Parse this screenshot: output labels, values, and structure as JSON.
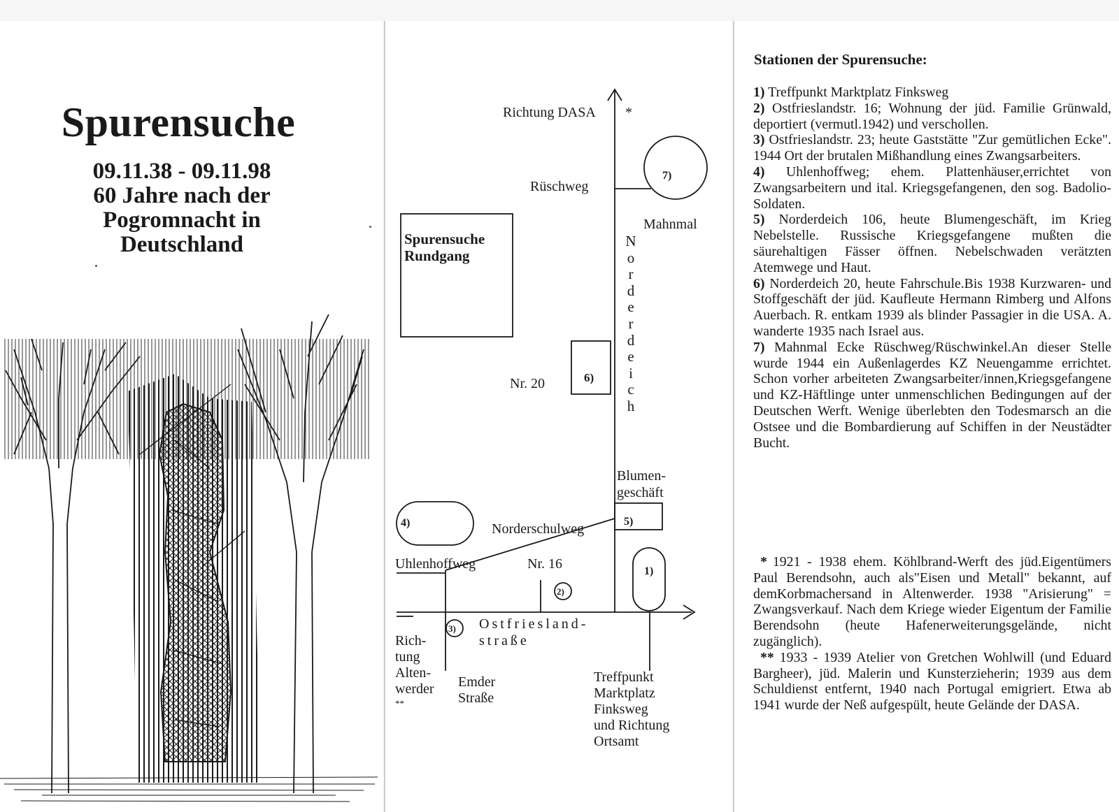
{
  "cover": {
    "title": "Spurensuche",
    "subtitle": [
      "09.11.38 - 09.11.98",
      "60 Jahre nach der",
      "Pogromnacht in",
      "Deutschland"
    ]
  },
  "map": {
    "box_title": "Spurensuche Rundgang",
    "richtung_dasa": "Richtung DASA",
    "star": "*",
    "rueschweg": "Rüschweg",
    "mahnmal": "Mahnmal",
    "norderdeich_letters": [
      "N",
      "o",
      "r",
      "d",
      "e",
      "r",
      "d",
      "e",
      "i",
      "c",
      "h"
    ],
    "nr20": "Nr. 20",
    "blumengeschaeft": [
      "Blumen-",
      "geschäft"
    ],
    "norderschulweg": "Norderschulweg",
    "uhlenhoffweg": "Uhlenhoffweg",
    "nr16": "Nr. 16",
    "ostfriesland": [
      "Ostfriesland-",
      "straße"
    ],
    "richtung_altenwerder": [
      "Rich-",
      "tung",
      "Alten-",
      "werder",
      "**"
    ],
    "emder": [
      "Emder",
      "Straße"
    ],
    "treffpunkt": [
      "Treffpunkt",
      "Marktplatz",
      "Finksweg",
      "und Richtung",
      "Ortsamt"
    ],
    "markers": {
      "m1": "1)",
      "m2": "2)",
      "m3": "3)",
      "m4": "4)",
      "m5": "5)",
      "m6": "6)",
      "m7": "7)"
    }
  },
  "stations": {
    "title": "Stationen der Spurensuche:",
    "items": [
      {
        "num": "1)",
        "text": "Treffpunkt Marktplatz Finksweg"
      },
      {
        "num": "2)",
        "text": "Ostfrieslandstr. 16; Wohnung der jüd. Familie Grünwald, deportiert (vermutl.1942) und verschollen."
      },
      {
        "num": "3)",
        "text": "Ostfrieslandstr. 23; heute Gaststätte \"Zur gemütlichen Ecke\". 1944 Ort der brutalen Mißhandlung eines Zwangsarbeiters."
      },
      {
        "num": "4)",
        "text": "Uhlenhoffweg; ehem. Plattenhäuser,errichtet von Zwangsarbeitern und ital. Kriegsgefangenen, den sog. Badolio-Soldaten."
      },
      {
        "num": "5)",
        "text": "Norderdeich 106, heute Blumengeschäft, im Krieg Nebelstelle. Russische Kriegsgefangene mußten die säurehaltigen Fässer öffnen. Nebelschwaden verätzten Atemwege und Haut."
      },
      {
        "num": "6)",
        "text": "Norderdeich 20, heute Fahrschule.Bis 1938 Kurzwaren- und Stoffgeschäft der jüd. Kaufleute Hermann Rimberg und Alfons Auerbach. R. entkam 1939 als blinder Passagier in die USA. A. wanderte 1935 nach Israel aus."
      },
      {
        "num": "7)",
        "text": "Mahnmal Ecke Rüschweg/Rüschwinkel.An dieser Stelle wurde 1944 ein Außenlagerdes KZ Neuengamme errichtet. Schon vorher arbeiteten Zwangsarbeiter/innen,Kriegsgefangene und KZ-Häftlinge unter unmenschlichen Bedingungen auf der Deutschen Werft. Wenige überlebten den Todesmarsch an die Ostsee und die Bombardierung auf Schiffen in der Neustädter Bucht."
      }
    ],
    "notes": [
      {
        "mark": "*",
        "text": "1921 - 1938 ehem. Köhlbrand-Werft des jüd.Eigentümers Paul Berendsohn, auch als\"Eisen und Metall\" bekannt, auf demKorbmachersand in Altenwerder. 1938 \"Arisierung\" = Zwangsverkauf. Nach dem Kriege wieder Eigentum der Familie Berendsohn (heute Hafenerweiterungsgelände, nicht zugänglich)."
      },
      {
        "mark": "**",
        "text": "1933 - 1939 Atelier von Gretchen Wohlwill (und Eduard Bargheer), jüd. Malerin und Kunsterzieherin; 1939 aus dem Schuldienst entfernt, 1940 nach Portugal emigriert. Etwa ab 1941 wurde der Neß aufgespült, heute Gelände der DASA."
      }
    ]
  }
}
